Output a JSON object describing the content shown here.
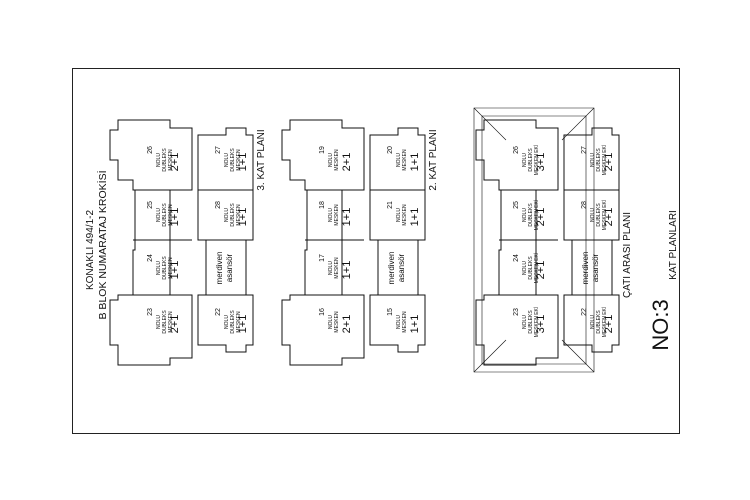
{
  "sheet": {
    "title_line1": "KONAKLI 494/1-2",
    "title_line2": "B BLOK NUMARATAJ KROKİSİ",
    "no_label": "NO:3",
    "kat_planlari": "KAT PLANLARI"
  },
  "floors": [
    {
      "plan_label": "3. KAT PLANI",
      "core_line1": "merdiven",
      "core_line2": "asansör",
      "units": [
        {
          "no": "26",
          "l1": "NOLU",
          "l2": "DUBLEKS",
          "l3": "MESKEN",
          "type": "2+1"
        },
        {
          "no": "25",
          "l1": "NOLU",
          "l2": "DUBLEKS",
          "l3": "MESKEN",
          "type": "1+1"
        },
        {
          "no": "24",
          "l1": "NOLU",
          "l2": "DUBLEKS",
          "l3": "MESKEN",
          "type": "1+1"
        },
        {
          "no": "23",
          "l1": "NOLU",
          "l2": "DUBLEKS",
          "l3": "MESKEN",
          "type": "2+1"
        },
        {
          "no": "27",
          "l1": "NOLU",
          "l2": "DUBLEKS",
          "l3": "MESKEN",
          "type": "1+1"
        },
        {
          "no": "28",
          "l1": "NOLU",
          "l2": "DUBLEKS",
          "l3": "MESKEN",
          "type": "1+1"
        },
        {
          "no": "22",
          "l1": "NOLU",
          "l2": "DUBLEKS",
          "l3": "MESKEN",
          "type": "1+1"
        }
      ]
    },
    {
      "plan_label": "2. KAT PLANI",
      "core_line1": "merdiven",
      "core_line2": "asansör",
      "units": [
        {
          "no": "19",
          "l1": "NOLU",
          "l2": "MESKEN",
          "l3": "",
          "type": "2+1"
        },
        {
          "no": "18",
          "l1": "NOLU",
          "l2": "MESKEN",
          "l3": "",
          "type": "1+1"
        },
        {
          "no": "17",
          "l1": "NOLU",
          "l2": "MESKEN",
          "l3": "",
          "type": "1+1"
        },
        {
          "no": "16",
          "l1": "NOLU",
          "l2": "MESKEN",
          "l3": "",
          "type": "2+1"
        },
        {
          "no": "20",
          "l1": "NOLU",
          "l2": "MESKEN",
          "l3": "",
          "type": "1+1"
        },
        {
          "no": "21",
          "l1": "NOLU",
          "l2": "MESKEN",
          "l3": "",
          "type": "1+1"
        },
        {
          "no": "15",
          "l1": "NOLU",
          "l2": "MESKEN",
          "l3": "",
          "type": "1+1"
        }
      ]
    },
    {
      "plan_label": "ÇATI ARASI PLANI",
      "core_line1": "merdiven",
      "core_line2": "asansör",
      "units": [
        {
          "no": "26",
          "l1": "NOLU",
          "l2": "DUBLEKS",
          "l3": "MESKEN EKİ",
          "type": "3+1"
        },
        {
          "no": "25",
          "l1": "NOLU",
          "l2": "DUBLEKS",
          "l3": "MESKEN EKİ",
          "type": "2+1"
        },
        {
          "no": "24",
          "l1": "NOLU",
          "l2": "DUBLEKS",
          "l3": "MESKEN EKİ",
          "type": "2+1"
        },
        {
          "no": "23",
          "l1": "NOLU",
          "l2": "DUBLEKS",
          "l3": "MESKEN EKİ",
          "type": "3+1"
        },
        {
          "no": "27",
          "l1": "NOLU",
          "l2": "DUBLEKS",
          "l3": "MESKEN EKİ",
          "type": "2+1"
        },
        {
          "no": "28",
          "l1": "NOLU",
          "l2": "DUBLEKS",
          "l3": "MESKEN EKİ",
          "type": "2+1"
        },
        {
          "no": "22",
          "l1": "NOLU",
          "l2": "DUBLEKS",
          "l3": "MESKEN EKİ",
          "type": "2+1"
        }
      ]
    }
  ]
}
